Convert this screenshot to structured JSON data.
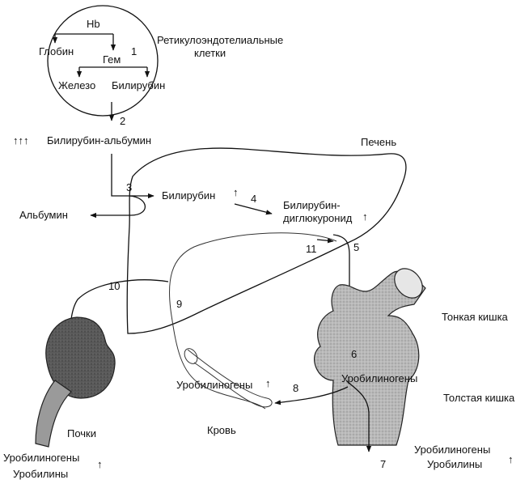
{
  "cells": {
    "hb": "Hb",
    "globin": "Глобин",
    "gem": "Гем",
    "zhelezo": "Железо",
    "bilirubin": "Билирубин",
    "title_line1": "Ретикулоэндотелиальные",
    "title_line2": "клетки"
  },
  "steps": [
    "1",
    "2",
    "3",
    "4",
    "5",
    "6",
    "7",
    "8",
    "9",
    "10",
    "11"
  ],
  "labels": {
    "bilirubin_albumin": "Билирубин-альбумин",
    "triple_arrows": "↑↑↑",
    "pechen": "Печень",
    "albumin": "Альбумин",
    "bilirubin_liver": "Билирубин",
    "bilirubin_dg_line1": "Билирубин-",
    "bilirubin_dg_line2": "диглюкуронид",
    "tonkaya": "Тонкая кишка",
    "tolstaya": "Толстая кишка",
    "urobilinogeny_gut": "Уробилиногены",
    "urobilinogeny_blood": "Уробилиногены",
    "krov": "Кровь",
    "pochki": "Почки",
    "urine_line1": "Уробилиногены",
    "urine_line2": "Уробилины",
    "feces_line1": "Уробилиногены",
    "feces_line2": "Уробилины",
    "up": "↑"
  },
  "colors": {
    "kidney": "#555555",
    "intestine": "#b8b8b8",
    "ink": "#111111"
  }
}
